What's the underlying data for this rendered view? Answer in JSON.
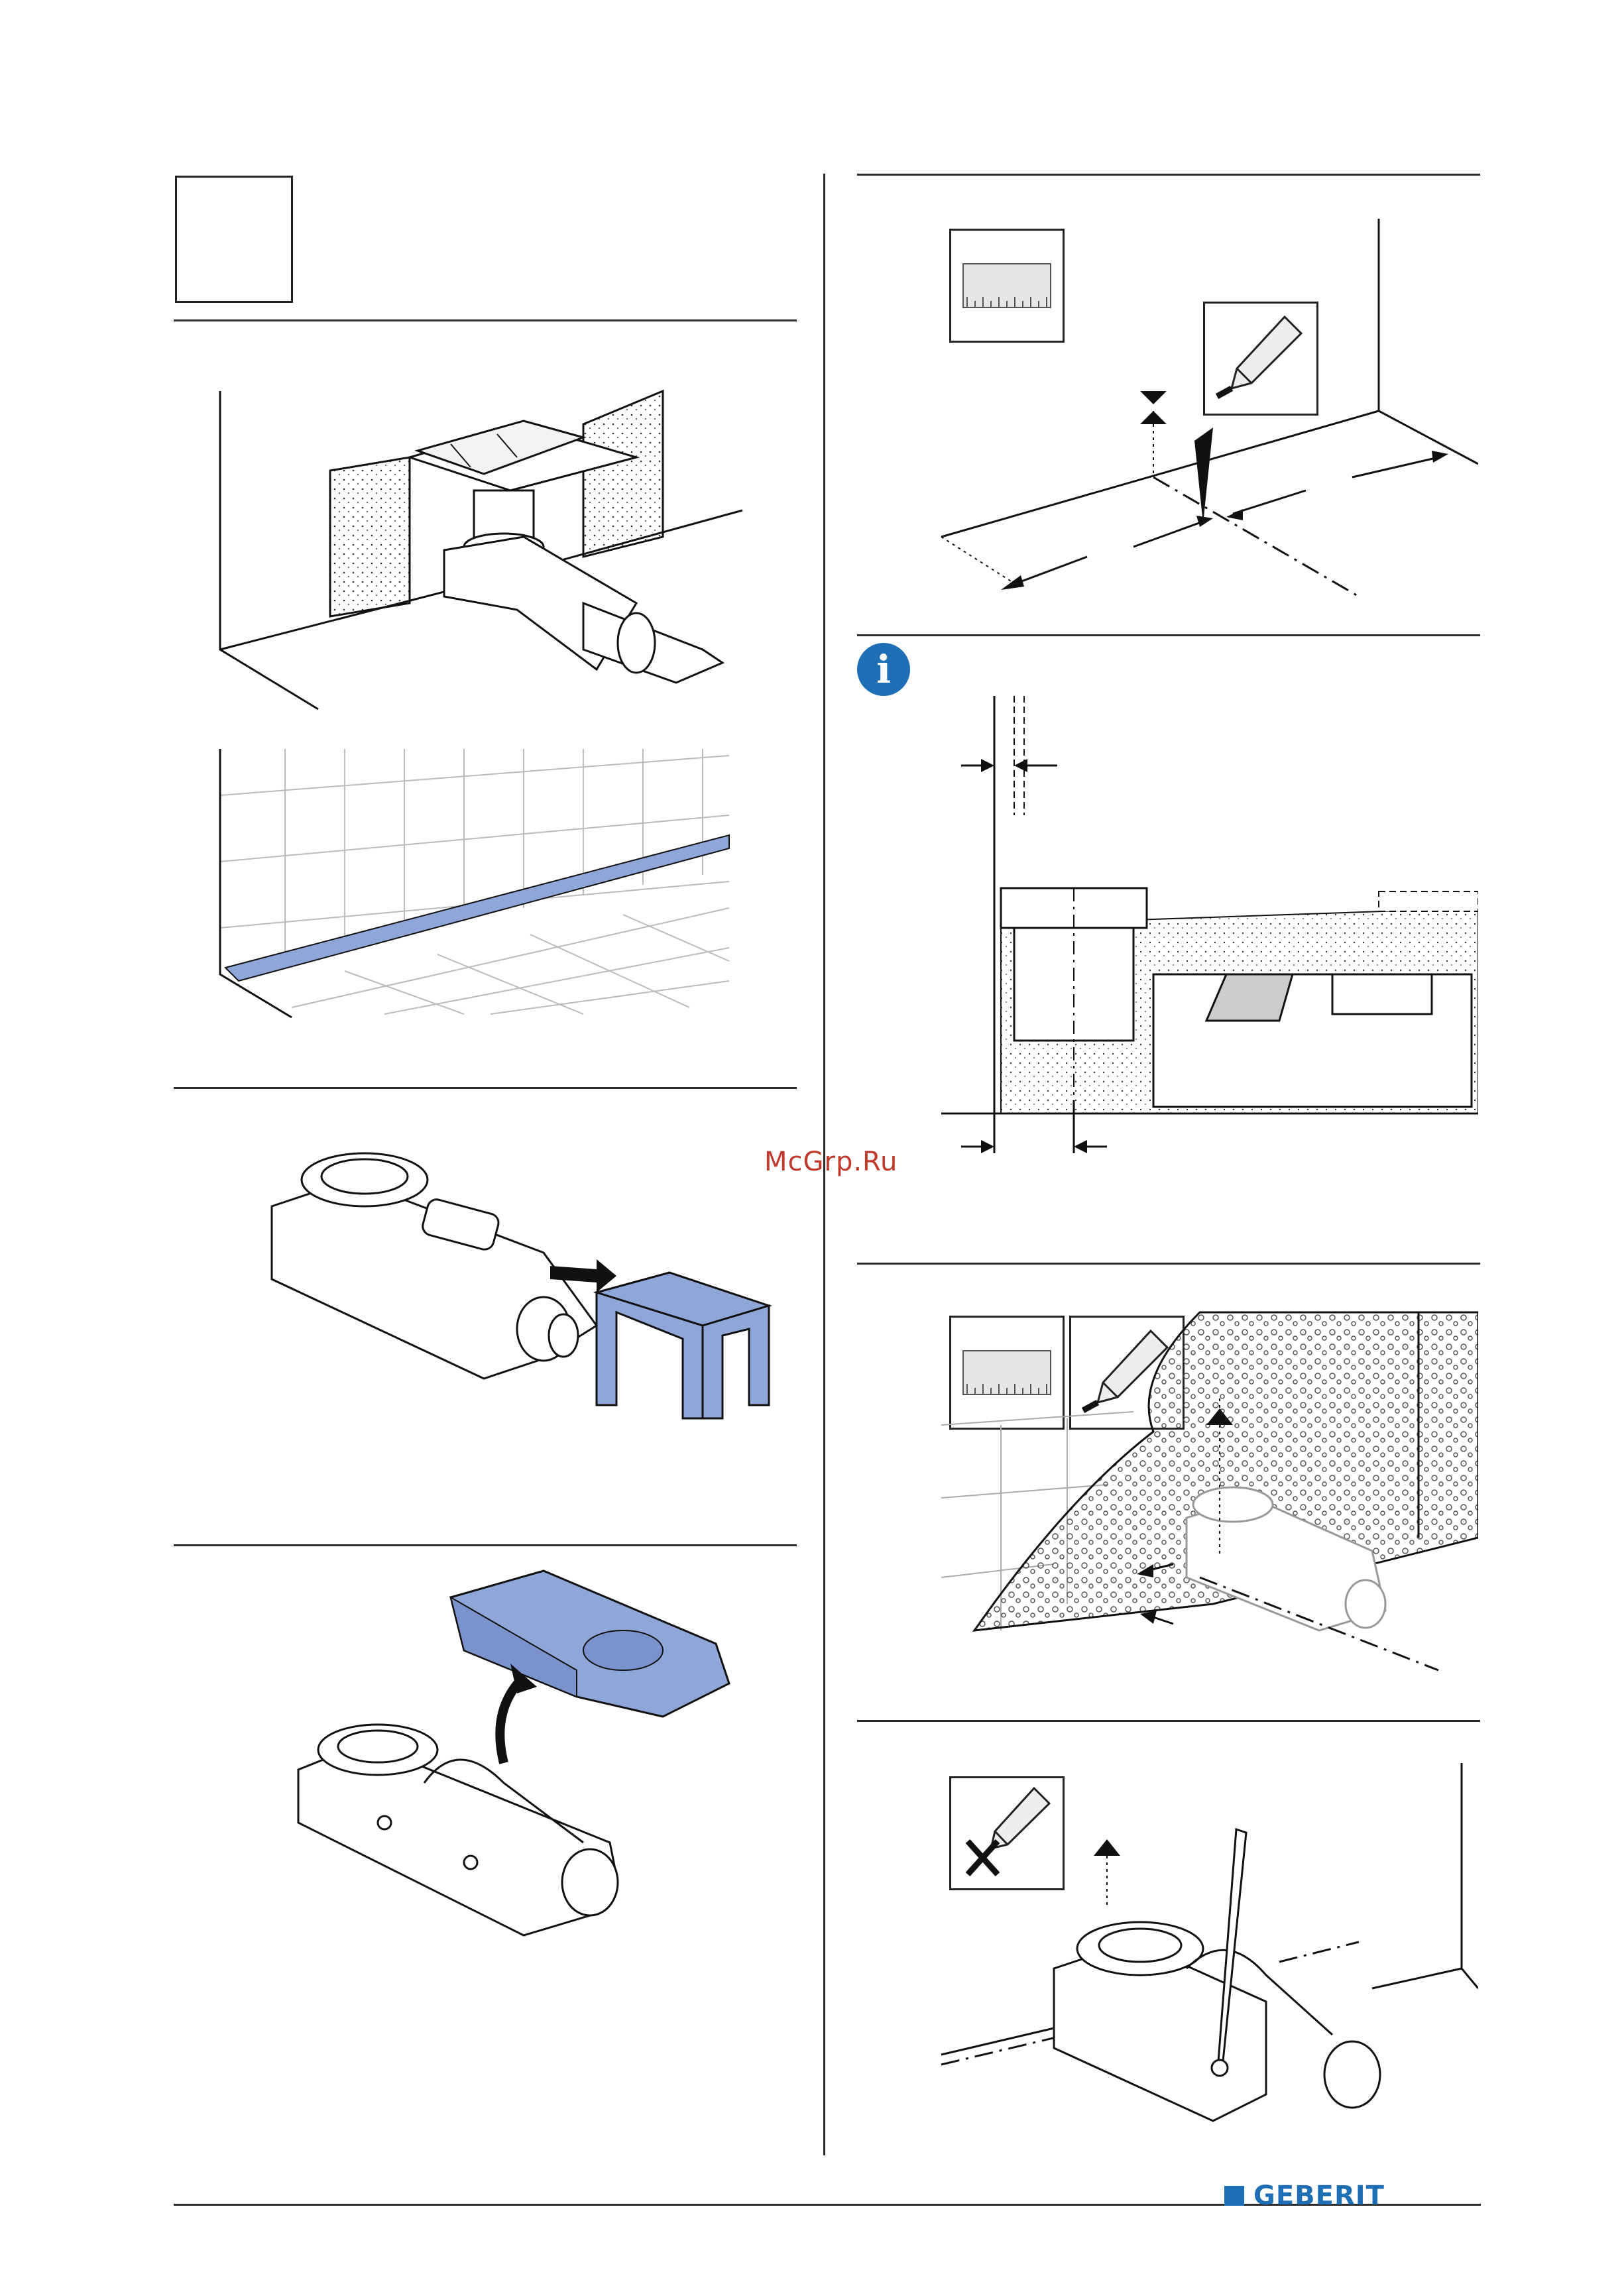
{
  "page": {
    "watermark": "McGrp.Ru",
    "brand": "GEBERIT"
  },
  "info": {
    "icon_glyph": "i",
    "icon_name": "info-icon",
    "color": "#1f6fb6"
  },
  "colors": {
    "part_blue": "#8fa6d9",
    "accent_blue": "#1f6fb6",
    "watermark_red": "#c0392b"
  },
  "icons": {
    "ruler": "ruler-icon",
    "pencil": "pencil-icon",
    "pencil_cross": "pencil-mark-icon"
  }
}
